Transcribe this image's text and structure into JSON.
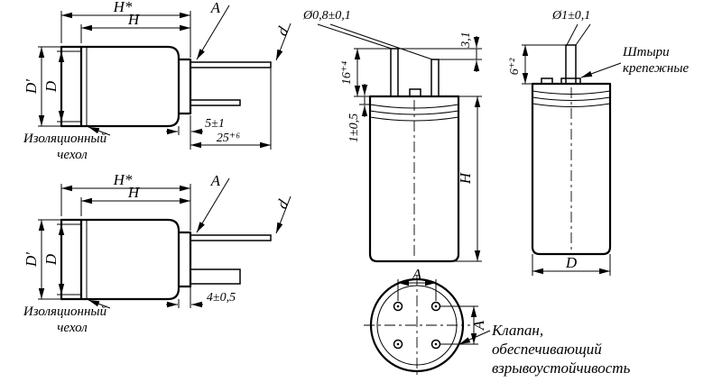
{
  "background": "#ffffff",
  "ink": "#000000",
  "axial_top": {
    "dim_h_star": "H*",
    "dim_h": "H",
    "dim_d_outer": "D'",
    "dim_d": "D",
    "dim_a": "A",
    "dim_lead": "d",
    "dim_stub": "5±1",
    "dim_lead_len": "25⁺⁶",
    "label_sleeve_1": "Изоляционный",
    "label_sleeve_2": "чехол"
  },
  "axial_bottom": {
    "dim_h_star": "H*",
    "dim_h": "H",
    "dim_d_outer": "D'",
    "dim_d": "D",
    "dim_a": "A",
    "dim_lead": "d",
    "dim_tab": "4±0,5",
    "label_sleeve_1": "Изоляционный",
    "label_sleeve_2": "чехол"
  },
  "snap_front": {
    "dim_pin_dia": "Ø0,8±0,1",
    "dim_pin_step": "3,1",
    "dim_pin_len": "16⁺⁴",
    "dim_rim": "1±0,5",
    "dim_height": "H"
  },
  "snap_side": {
    "dim_pin_dia": "Ø1±0,1",
    "label_pins_1": "Штыри",
    "label_pins_2": "крепежные",
    "dim_pin_len": "6⁺²",
    "dim_dia": "D"
  },
  "bottom_view": {
    "dim_pitch_h": "A",
    "dim_pitch_v": "A",
    "label_valve_1": "Клапан,",
    "label_valve_2": "обеспечивающий",
    "label_valve_3": "взрывоустойчивость"
  }
}
